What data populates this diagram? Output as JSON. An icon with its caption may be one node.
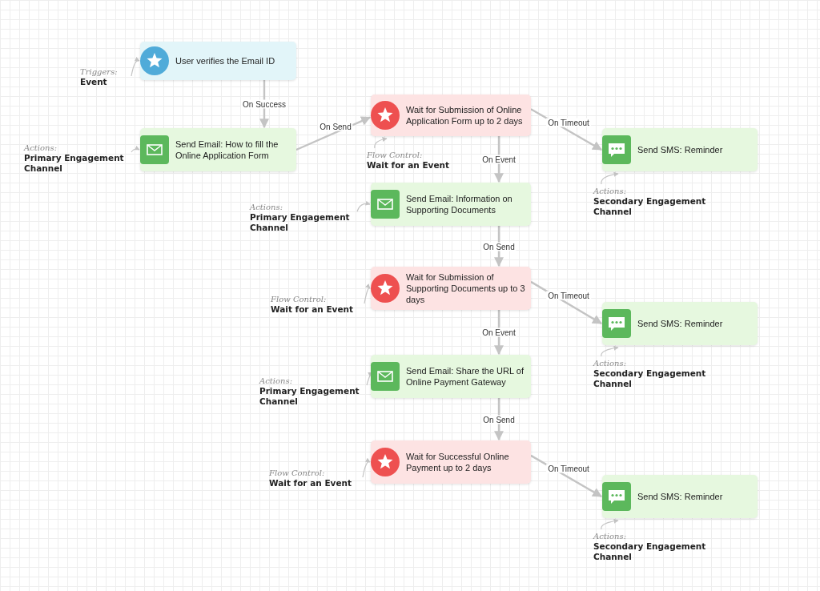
{
  "diagram": {
    "nodes": [
      {
        "text": [
          "User verifies the Email ID"
        ]
      },
      {
        "text": [
          "Triggers:",
          "Event"
        ]
      },
      {
        "text": [
          "Send Email: How to fill the Online Application Form"
        ]
      },
      {
        "text": [
          "Actions:",
          "Primary Engagement Channel"
        ]
      },
      {
        "text": [
          "Wait for Submission of Online Application Form up to 2 days"
        ]
      },
      {
        "text": [
          "Flow Control:",
          "Wait for an Event"
        ]
      },
      {
        "text": [
          "Send SMS: Reminder"
        ]
      },
      {
        "text": [
          "Actions:",
          "Secondary Engagement Channel"
        ]
      },
      {
        "text": [
          "Send Email: Information on Supporting Documents"
        ]
      },
      {
        "text": [
          "Actions:",
          "Primary Engagement Channel"
        ]
      },
      {
        "text": [
          "Wait for Submission of Supporting Documents up to 3 days"
        ]
      },
      {
        "text": [
          "Flow Control:",
          "Wait for an Event"
        ]
      },
      {
        "text": [
          "Send SMS: Reminder"
        ]
      },
      {
        "text": [
          "Actions:",
          "Secondary Engagement Channel"
        ]
      },
      {
        "text": [
          "Send Email: Share the URL of Online Payment Gateway"
        ]
      },
      {
        "text": [
          "Actions:",
          "Primary Engagement Channel"
        ]
      },
      {
        "text": [
          "Wait for Successful Online Payment up to 2 days"
        ]
      },
      {
        "text": [
          "Flow Control:",
          "Wait for an Event"
        ]
      },
      {
        "text": [
          "Send SMS: Reminder"
        ]
      },
      {
        "text": [
          "Actions:",
          "Secondary Engagement Channel"
        ]
      }
    ],
    "edges": [
      {
        "from": 0,
        "to": 2,
        "arrow": "to",
        "label": "On Success"
      },
      {
        "from": 2,
        "to": 4,
        "arrow": "to",
        "label": "On Send"
      },
      {
        "from": 4,
        "to": 6,
        "arrow": "to",
        "label": "On Timeout"
      },
      {
        "from": 4,
        "to": 8,
        "arrow": "to",
        "label": "On Event"
      },
      {
        "from": 8,
        "to": 10,
        "arrow": "to",
        "label": "On Send"
      },
      {
        "from": 10,
        "to": 12,
        "arrow": "to",
        "label": "On Timeout"
      },
      {
        "from": 10,
        "to": 14,
        "arrow": "to",
        "label": "On Event"
      },
      {
        "from": 14,
        "to": 16,
        "arrow": "to",
        "label": "On Send"
      },
      {
        "from": 16,
        "to": 18,
        "arrow": "to",
        "label": "On Timeout"
      },
      {
        "from": 1,
        "to": 0,
        "arrow": "to"
      },
      {
        "from": 3,
        "to": 2,
        "arrow": "to"
      },
      {
        "from": 5,
        "to": 4,
        "arrow": "to"
      },
      {
        "from": 7,
        "to": 6,
        "arrow": "to"
      },
      {
        "from": 9,
        "to": 8,
        "arrow": "to"
      },
      {
        "from": 11,
        "to": 10,
        "arrow": "to"
      },
      {
        "from": 13,
        "to": 12,
        "arrow": "to"
      },
      {
        "from": 15,
        "to": 14,
        "arrow": "to"
      },
      {
        "from": 17,
        "to": 16,
        "arrow": "to"
      },
      {
        "from": 19,
        "to": 18,
        "arrow": "to"
      }
    ]
  }
}
